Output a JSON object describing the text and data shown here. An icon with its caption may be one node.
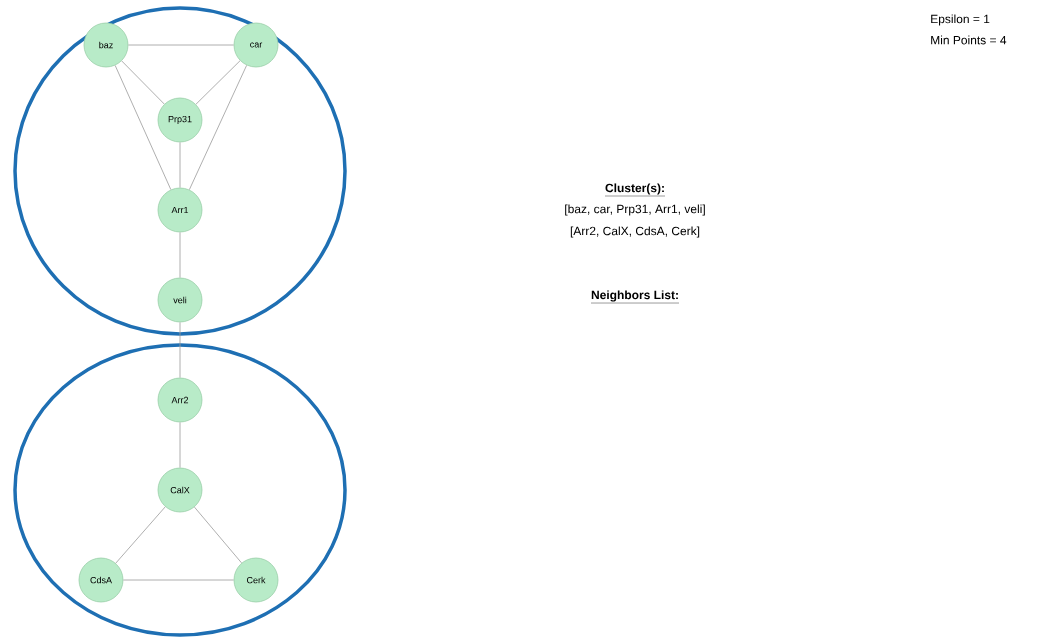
{
  "diagram": {
    "nodes": [
      {
        "text": [],
        "shape": "circle"
      },
      {
        "text": [
          "baz"
        ],
        "in": 0
      },
      {
        "text": [
          "car"
        ],
        "in": 0
      },
      {
        "text": [
          "Prp31"
        ],
        "in": 0
      },
      {
        "text": [
          "Arr1"
        ],
        "in": 0
      },
      {
        "text": [
          "veli"
        ],
        "in": 0
      },
      {
        "text": [],
        "shape": "circle"
      },
      {
        "text": [
          "Arr2"
        ],
        "in": 6
      },
      {
        "text": [
          "CalX"
        ],
        "in": 6
      },
      {
        "text": [
          "CdsA"
        ],
        "in": 6
      },
      {
        "text": [
          "Cerk"
        ],
        "in": 6
      }
    ],
    "edges": [
      {
        "from": 1,
        "to": 2,
        "arrow": "none"
      },
      {
        "from": 1,
        "to": 3,
        "arrow": "none"
      },
      {
        "from": 2,
        "to": 3,
        "arrow": "none"
      },
      {
        "from": 1,
        "to": 4,
        "arrow": "none"
      },
      {
        "from": 2,
        "to": 4,
        "arrow": "none"
      },
      {
        "from": 3,
        "to": 4,
        "arrow": "none"
      },
      {
        "from": 4,
        "to": 5,
        "arrow": "none"
      },
      {
        "from": 5,
        "to": 7,
        "arrow": "none"
      },
      {
        "from": 7,
        "to": 8,
        "arrow": "none"
      },
      {
        "from": 8,
        "to": 9,
        "arrow": "none"
      },
      {
        "from": 8,
        "to": 10,
        "arrow": "none"
      },
      {
        "from": 9,
        "to": 10,
        "arrow": "none"
      }
    ],
    "labels": [
      "Epsilon = 1",
      "Min Points = 4",
      "Cluster(s):",
      "[baz, car, Prp31, Arr1, veli]",
      "[Arr2, CalX, CdsA, Cerk]",
      "Neighbors List:"
    ]
  }
}
